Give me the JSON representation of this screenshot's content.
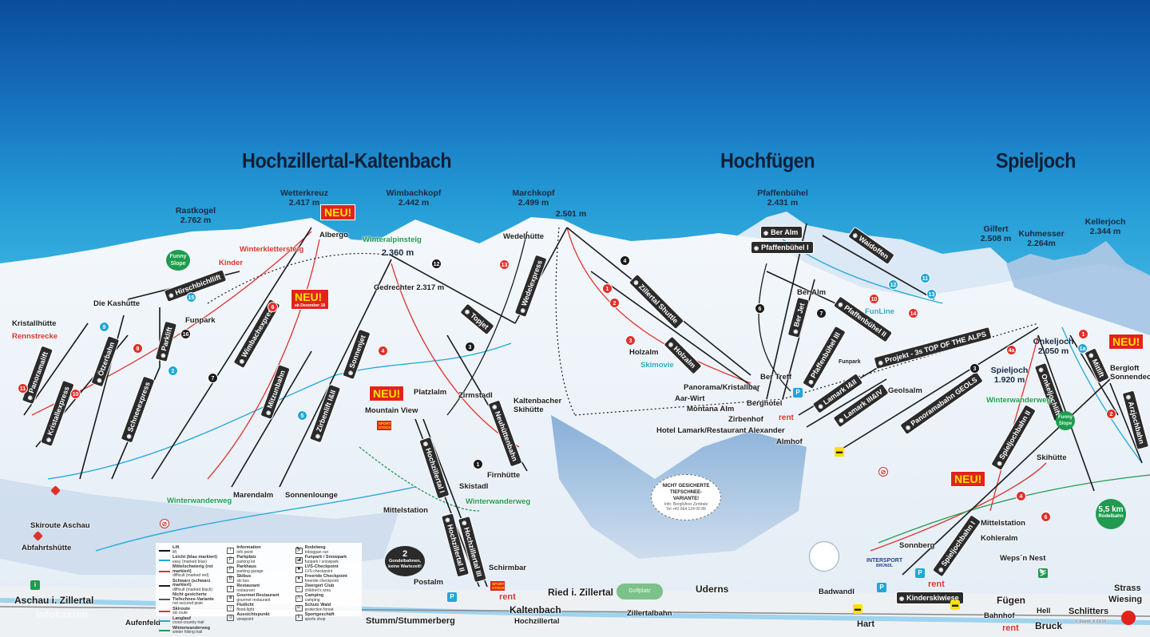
{
  "regions": [
    "Hochzillertal-Kaltenbach",
    "Hochfügen",
    "Spieljoch"
  ],
  "peaks": [
    {
      "name": "Rastkogel",
      "elev": "2.762 m"
    },
    {
      "name": "Wetterkreuz",
      "elev": "2.417 m"
    },
    {
      "name": "Wimbachkopf",
      "elev": "2.442 m"
    },
    {
      "name": "Marchkopf",
      "elev": "2.499 m"
    },
    {
      "name": "",
      "elev": "2.501 m"
    },
    {
      "name": "Pfaffenbühel",
      "elev": "2.431 m"
    },
    {
      "name": "Gilfert",
      "elev": "2.508 m"
    },
    {
      "name": "Kuhmesser",
      "elev": "2.264m"
    },
    {
      "name": "Kellerjoch",
      "elev": "2.344 m"
    },
    {
      "name": "",
      "elev": "2.360 m"
    },
    {
      "name": "Onkeljoch",
      "elev": "2.050 m"
    },
    {
      "name": "Spieljoch",
      "elev": "1.920 m"
    },
    {
      "name": "Gedrechter",
      "elev": "2.317 m"
    }
  ],
  "lifts": [
    "Hirschbichllift",
    "Panoramalift",
    "Kristallexpress",
    "Ötzerbahn",
    "Schneeexpress",
    "Parklift",
    "Wimbachexpress",
    "Mitzunbahn",
    "Zirbenlift I&II",
    "Sonnenjet",
    "Topjet",
    "Wedelexpress",
    "Neuhüttenbahn",
    "Hochzillertal I",
    "Hochzillertal II",
    "Hochzillertal III",
    "Zillertal Shuttle",
    "Holzalm",
    "Ber Jet",
    "Pfaffenbühel I",
    "Pfaffenbühel II",
    "Pfaffenbühel III",
    "Waidoffen",
    "Lamark I&II",
    "Lamark III&IV",
    "Projekt - 3s TOP OF THE ALPS",
    "Panoramabahn GEOLS",
    "Onkeljochlift",
    "Mitlift",
    "Arzjochbahn",
    "Spieljochbahn II",
    "Spieljochbahn I",
    "Ber Alm",
    "Kinderskiwiese"
  ],
  "huts": [
    "Albergo",
    "Die Kashütte",
    "Kristallhütte",
    "Wedelhütte",
    "Platzlalm",
    "Zirmstadl",
    "Kaltenbacher Skihütte",
    "Mountain View",
    "Marendalm",
    "Sonnenlounge",
    "Skistadl",
    "Firnhütte",
    "Mittelstation",
    "Schirmbar",
    "Postalm",
    "Abfahrtshütte",
    "Holzalm",
    "Ber Alm",
    "Ber Treff",
    "Panorama/Kristallbar",
    "Aar-Wirt",
    "Montana Alm",
    "Berghotel",
    "Zirbenhof",
    "Hotel Lamark/Restaurant Alexander",
    "Almhof",
    "Geolsalm",
    "Bergloft Sonnendeck",
    "Skihütte",
    "Mittelstation",
    "Kohleralm",
    "Sonnberg",
    "Weps´n Nest"
  ],
  "places": [
    "Aschau i. Zillertal",
    "Aufenfeld",
    "Stumm/Stummerberg",
    "Kaltenbach",
    "Hochzillertal",
    "Ried i. Zillertal",
    "Zillertalbahn",
    "Uderns",
    "Hart",
    "Badwandl",
    "Fügen",
    "Bahnhof",
    "Bruck",
    "Hell",
    "Schlitters",
    "Strass",
    "Wiesing"
  ],
  "features": {
    "winterklettersteig": "Winterklettersteig",
    "kinder": "Kinder",
    "rennstrecke": "Rennstrecke",
    "funpark": "Funpark",
    "winteralpinsteig": "Winteralpinsteig",
    "skimovie": "Skimovie",
    "funline": "FunLine",
    "winterwanderweg": "Winterwanderweg",
    "skiroute_aschau": "Skiroute Aschau",
    "funpark2": "Funpark",
    "golfplatz": "Golfplatz"
  },
  "badges": {
    "neu": "NEU!",
    "neu_sub": "ab Dezember 18",
    "funny_slope": "Funny Slope",
    "gondel_count": "2",
    "gondel_text": "Gondelbahnen, keine Wartezeit!",
    "rodelbahn_km": "5,5 km",
    "rodelbahn": "Rodelbahn",
    "tiefschnee_title": "NICHT GESICHERTE TIEFSCHNEE-VARIANTE!",
    "tiefschnee_info": "Info: Bergführer Zentrale",
    "tiefschnee_tel": "Tel +43 664 124 00 89",
    "rent": "rent",
    "sport": "SPORT STOCK",
    "intersport": "INTERSPORT",
    "intersport_sub": "BRÜNDL",
    "watermark": "Infokasten",
    "copyright": "© Stand: A 03/16"
  },
  "piste_markers": [
    {
      "n": "11",
      "c": "red"
    },
    {
      "n": "10",
      "c": "red"
    },
    {
      "n": "9",
      "c": "blue"
    },
    {
      "n": "8",
      "c": "red"
    },
    {
      "n": "2",
      "c": "blue"
    },
    {
      "n": "7",
      "c": "black"
    },
    {
      "n": "6",
      "c": "red"
    },
    {
      "n": "5",
      "c": "blue"
    },
    {
      "n": "4",
      "c": "red"
    },
    {
      "n": "3",
      "c": "black"
    },
    {
      "n": "12",
      "c": "black"
    },
    {
      "n": "13",
      "c": "red"
    },
    {
      "n": "16",
      "c": "black"
    },
    {
      "n": "15",
      "c": "blue"
    },
    {
      "n": "1",
      "c": "black"
    },
    {
      "n": "4",
      "c": "black"
    },
    {
      "n": "1",
      "c": "red"
    },
    {
      "n": "2",
      "c": "red"
    },
    {
      "n": "3",
      "c": "red"
    },
    {
      "n": "6",
      "c": "black"
    },
    {
      "n": "7",
      "c": "black"
    },
    {
      "n": "10",
      "c": "red"
    },
    {
      "n": "14",
      "c": "red"
    },
    {
      "n": "11",
      "c": "blue"
    },
    {
      "n": "12",
      "c": "blue"
    },
    {
      "n": "13",
      "c": "blue"
    },
    {
      "n": "3",
      "c": "black"
    },
    {
      "n": "4a",
      "c": "red"
    },
    {
      "n": "1",
      "c": "red"
    },
    {
      "n": "1a",
      "c": "blue"
    },
    {
      "n": "2",
      "c": "red"
    },
    {
      "n": "4",
      "c": "red"
    },
    {
      "n": "6",
      "c": "red"
    }
  ],
  "legend": [
    [
      {
        "de": "Lift",
        "en": "lift",
        "icon": "lift-line"
      },
      {
        "de": "Leicht (blau markiert)",
        "en": "easy (marked blue)",
        "color": "#1fa8d8"
      },
      {
        "de": "Mittelschwierig (rot markiert)",
        "en": "difficult (marked red)",
        "color": "#e0302a"
      },
      {
        "de": "Schwarz (schwarz markiert)",
        "en": "difficult (marked black)",
        "color": "#1a1a1a"
      },
      {
        "de": "Nicht gesicherte Tiefschnee-Variante",
        "en": "not secured piste",
        "color": "#555"
      },
      {
        "de": "Skiroute",
        "en": "ski route",
        "color": "#e0302a"
      },
      {
        "de": "Langlauf",
        "en": "cross-country trail",
        "color": "#2aa7c9"
      },
      {
        "de": "Winterwanderweg",
        "en": "winter hiking trail",
        "color": "#1f9a4f"
      }
    ],
    [
      {
        "de": "Information",
        "en": "info point",
        "icon": "i"
      },
      {
        "de": "Parkplatz",
        "en": "parking lot",
        "icon": "P"
      },
      {
        "de": "Parkhaus",
        "en": "parking garage",
        "icon": "P"
      },
      {
        "de": "Skibus",
        "en": "ski bus",
        "icon": "B"
      },
      {
        "de": "Restaurant",
        "en": "restaurant",
        "icon": "‖"
      },
      {
        "de": "Gourmet Restaurant",
        "en": "gourmet restaurant",
        "icon": "♛"
      },
      {
        "de": "Flutlicht",
        "en": "flood-light",
        "icon": "☼"
      },
      {
        "de": "Aussichtspunkt",
        "en": "viewpoint",
        "icon": "◎"
      }
    ],
    [
      {
        "de": "Rodelweg",
        "en": "toboggan run",
        "icon": "⛷"
      },
      {
        "de": "Funpark / Snowpark",
        "en": "funpark / snowpark",
        "icon": "◪"
      },
      {
        "de": "LVS-Checkpoint",
        "en": "LVS-checkpoint",
        "icon": "■"
      },
      {
        "de": "Freeride Checkpoint",
        "en": "freeride checkpoint",
        "icon": "●"
      },
      {
        "de": "Zwergerl Club",
        "en": "children's area",
        "icon": "☺"
      },
      {
        "de": "Camping",
        "en": "camping",
        "icon": "Λ"
      },
      {
        "de": "Schutz Wald",
        "en": "protection forest",
        "icon": "⊘"
      },
      {
        "de": "Sportgeschäft",
        "en": "sports shop",
        "icon": "‖"
      }
    ]
  ],
  "colors": {
    "sky_top": "#0a4d9c",
    "sky_bottom": "#3cb3e0",
    "easy": "#1fa8d8",
    "intermediate": "#e0302a",
    "difficult": "#1a1a1a",
    "neu_bg": "#e2231a",
    "neu_text": "#ffe200",
    "funny_slope": "#1f9a4f"
  }
}
